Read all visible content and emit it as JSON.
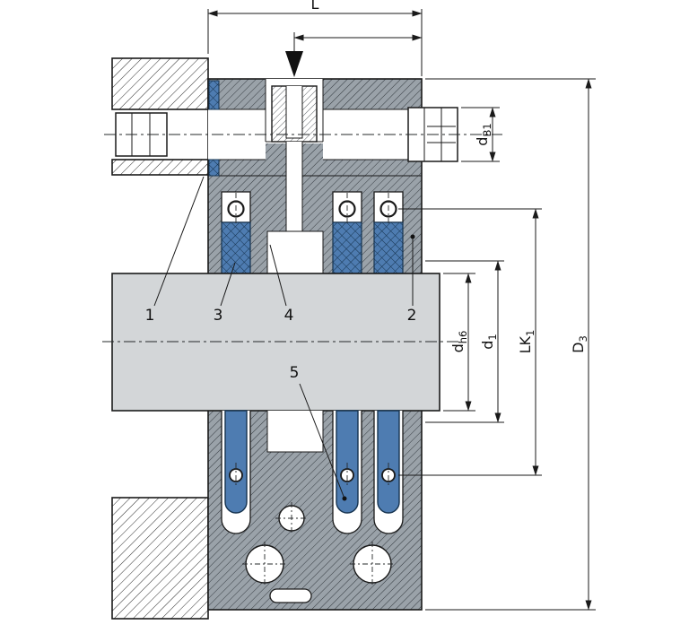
{
  "dims": {
    "L": {
      "base": "L",
      "sub": ""
    },
    "dB1": {
      "base": "d",
      "sub": "B1"
    },
    "dh6": {
      "base": "d",
      "sub": "h6"
    },
    "d1": {
      "base": "d",
      "sub": "1"
    },
    "LK1": {
      "base": "LK",
      "sub": "1"
    },
    "D3": {
      "base": "D",
      "sub": "3"
    }
  },
  "callouts": {
    "1": "1",
    "2": "2",
    "3": "3",
    "4": "4",
    "5": "5"
  },
  "colors": {
    "line": "#1a1a1a",
    "body_gray": "#9aa2a9",
    "body_hatch": "#343a40",
    "wall_hatch": "#2b2b2b",
    "shaft_gray": "#d3d6d8",
    "elastomer_blue": "#4e7cb1",
    "elastomer_hatch": "#16334f",
    "background": "#ffffff"
  }
}
